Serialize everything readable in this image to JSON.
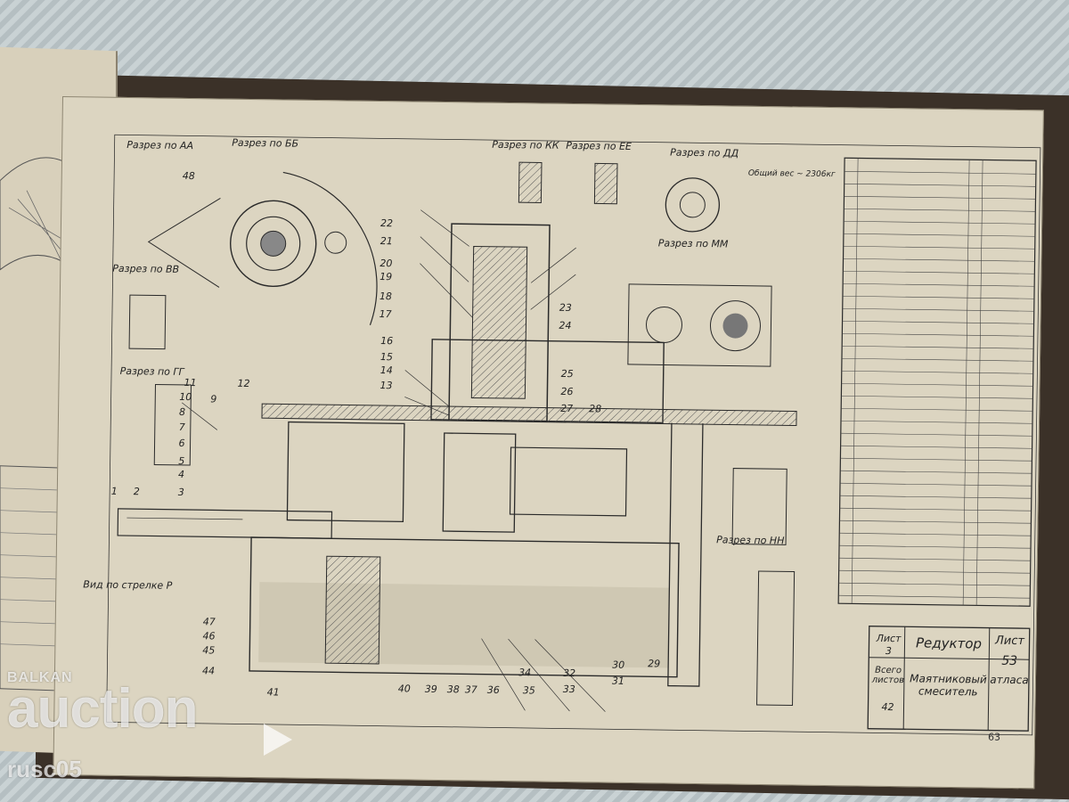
{
  "sheet": {
    "view_labels": {
      "aa": "Разрез по АА",
      "bb": "Разрез по ББ",
      "vv": "Разрез по ВВ",
      "gg": "Разрез по ГГ",
      "kk": "Разрез по КК",
      "ee": "Разрез по ЕЕ",
      "dd": "Разрез по ДД",
      "mm": "Разрез по ММ",
      "nn": "Разрез по НН",
      "arrow_r": "Вид по стрелке Р"
    },
    "total_weight": "Общий вес ~ 2306кг",
    "part_numbers": [
      "1",
      "2",
      "3",
      "4",
      "5",
      "6",
      "7",
      "8",
      "9",
      "10",
      "11",
      "12",
      "13",
      "14",
      "15",
      "16",
      "17",
      "18",
      "19",
      "20",
      "21",
      "22",
      "23",
      "24",
      "25",
      "26",
      "27",
      "28",
      "29",
      "30",
      "31",
      "32",
      "33",
      "34",
      "35",
      "36",
      "37",
      "38",
      "39",
      "40",
      "41",
      "44",
      "45",
      "46",
      "47",
      "48"
    ],
    "title_block": {
      "sheet_label": "Лист",
      "sheet_no": "3",
      "total_label": "Всего листов",
      "total_no": "42",
      "title_1": "Редуктор",
      "title_2": "Маятниковый смеситель",
      "atlas_label": "Лист",
      "atlas_no": "53",
      "atlas_word": "атласа"
    },
    "page_number": "63"
  },
  "watermark": {
    "top": "BALKAN",
    "main": "auction",
    "sub": "rusc05"
  },
  "colors": {
    "paper": "#dcd5c1",
    "ink": "#2a2a2a",
    "cover": "#3b3128"
  }
}
